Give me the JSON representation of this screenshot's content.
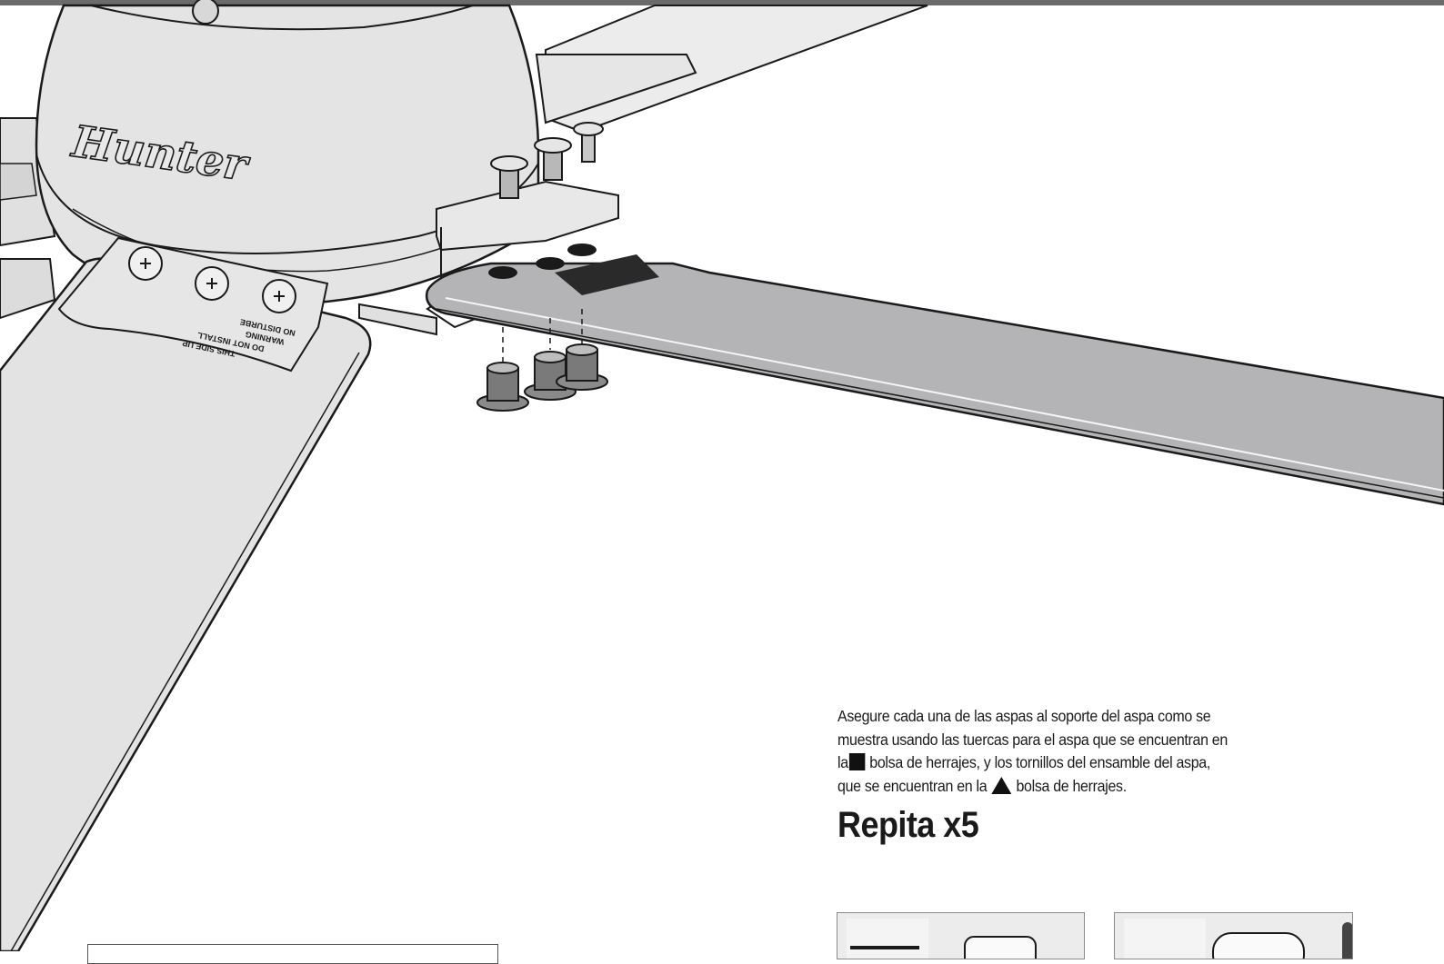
{
  "header": {
    "bar_color": "#6b6b6b"
  },
  "illustration": {
    "brand_logo": "Hunter",
    "bracket_label_lines": [
      "THIS SIDE UP",
      "DO NOT INSTALL",
      "WARNING",
      "NO DISTURBE"
    ]
  },
  "instructions": {
    "line1": "Asegure cada una de las aspas al soporte del aspa como se",
    "line2": "muestra usando las tuercas para el aspa que se encuentran en",
    "line3_a": "la",
    "line3_b": "bolsa de herrajes, y los tornillos del ensamble del aspa,",
    "line4_a": "que se encuentran en la",
    "line4_b": "bolsa de herrajes.",
    "square_icon": "square-hardware-bag-icon",
    "triangle_icon": "triangle-hardware-bag-icon"
  },
  "repeat_label": "Repita x5",
  "colors": {
    "blade_fill": "#e3e3e3",
    "blade_dark": "#b4b4b6",
    "outline": "#1a1a1a",
    "text": "#1a1a1a"
  }
}
